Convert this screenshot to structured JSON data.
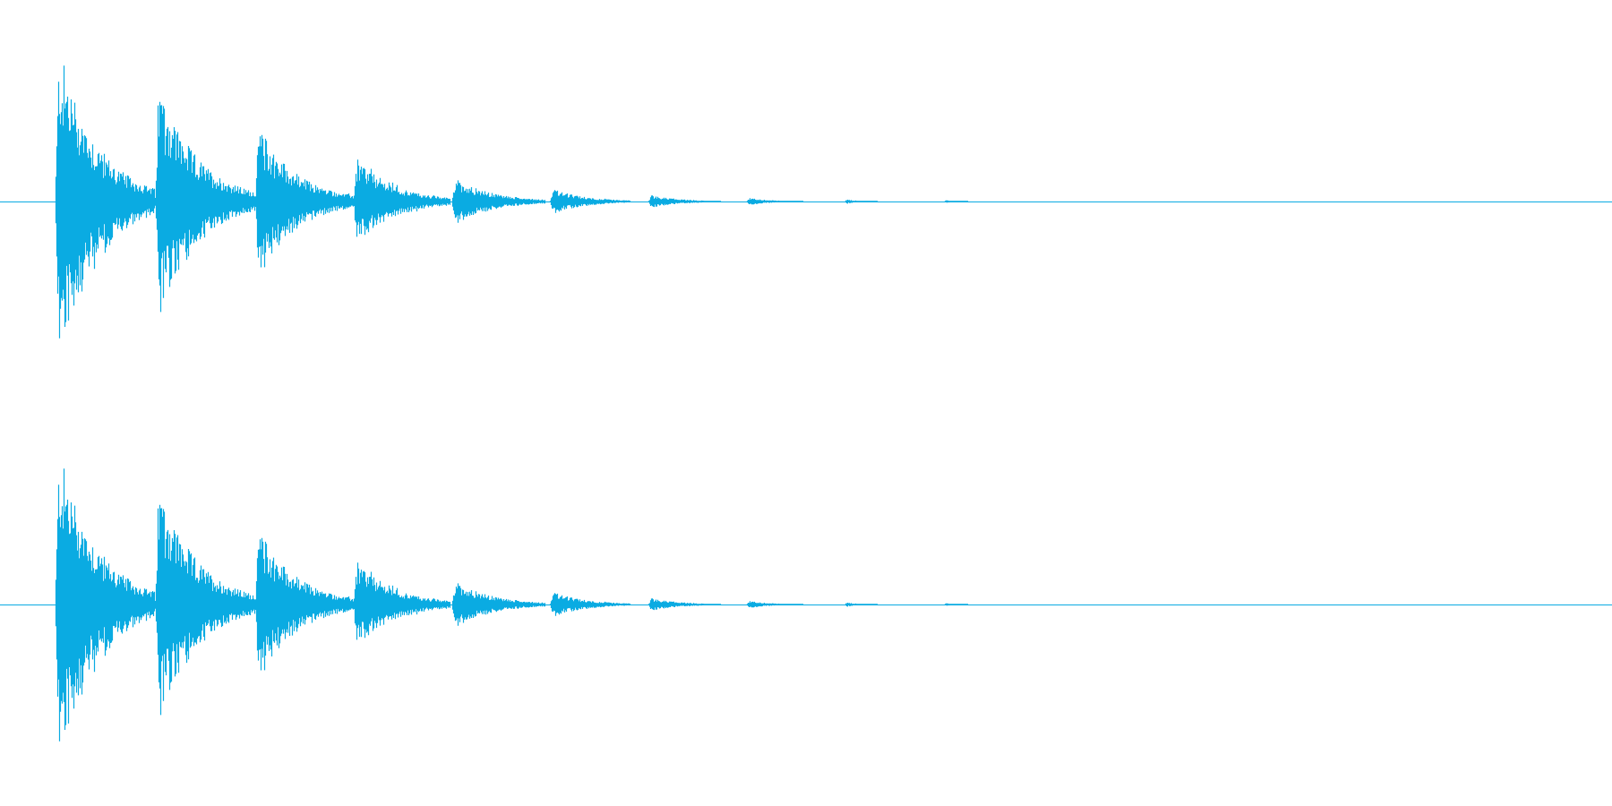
{
  "colors": {
    "background": "#ffffff",
    "waveform": "#0aabe2",
    "baseline": "#0aabe2"
  },
  "chart_data": {
    "type": "area",
    "title": "",
    "xlabel": "",
    "ylabel": "",
    "xlim": [
      0,
      1
    ],
    "ylim": [
      -1,
      1
    ],
    "grid": false,
    "legend": "none",
    "channels": [
      {
        "name": "",
        "envelope": "echo-decay"
      },
      {
        "name": "",
        "envelope": "echo-decay"
      }
    ],
    "bursts": [
      {
        "start": 0.034,
        "peak": 0.86,
        "length": 0.062
      },
      {
        "start": 0.096,
        "peak": 0.66,
        "length": 0.062
      },
      {
        "start": 0.158,
        "peak": 0.42,
        "length": 0.061
      },
      {
        "start": 0.219,
        "peak": 0.24,
        "length": 0.06
      },
      {
        "start": 0.28,
        "peak": 0.13,
        "length": 0.058
      },
      {
        "start": 0.341,
        "peak": 0.07,
        "length": 0.05
      },
      {
        "start": 0.402,
        "peak": 0.035,
        "length": 0.045
      },
      {
        "start": 0.463,
        "peak": 0.02,
        "length": 0.035
      },
      {
        "start": 0.524,
        "peak": 0.012,
        "length": 0.02
      },
      {
        "start": 0.586,
        "peak": 0.008,
        "length": 0.014
      }
    ]
  }
}
